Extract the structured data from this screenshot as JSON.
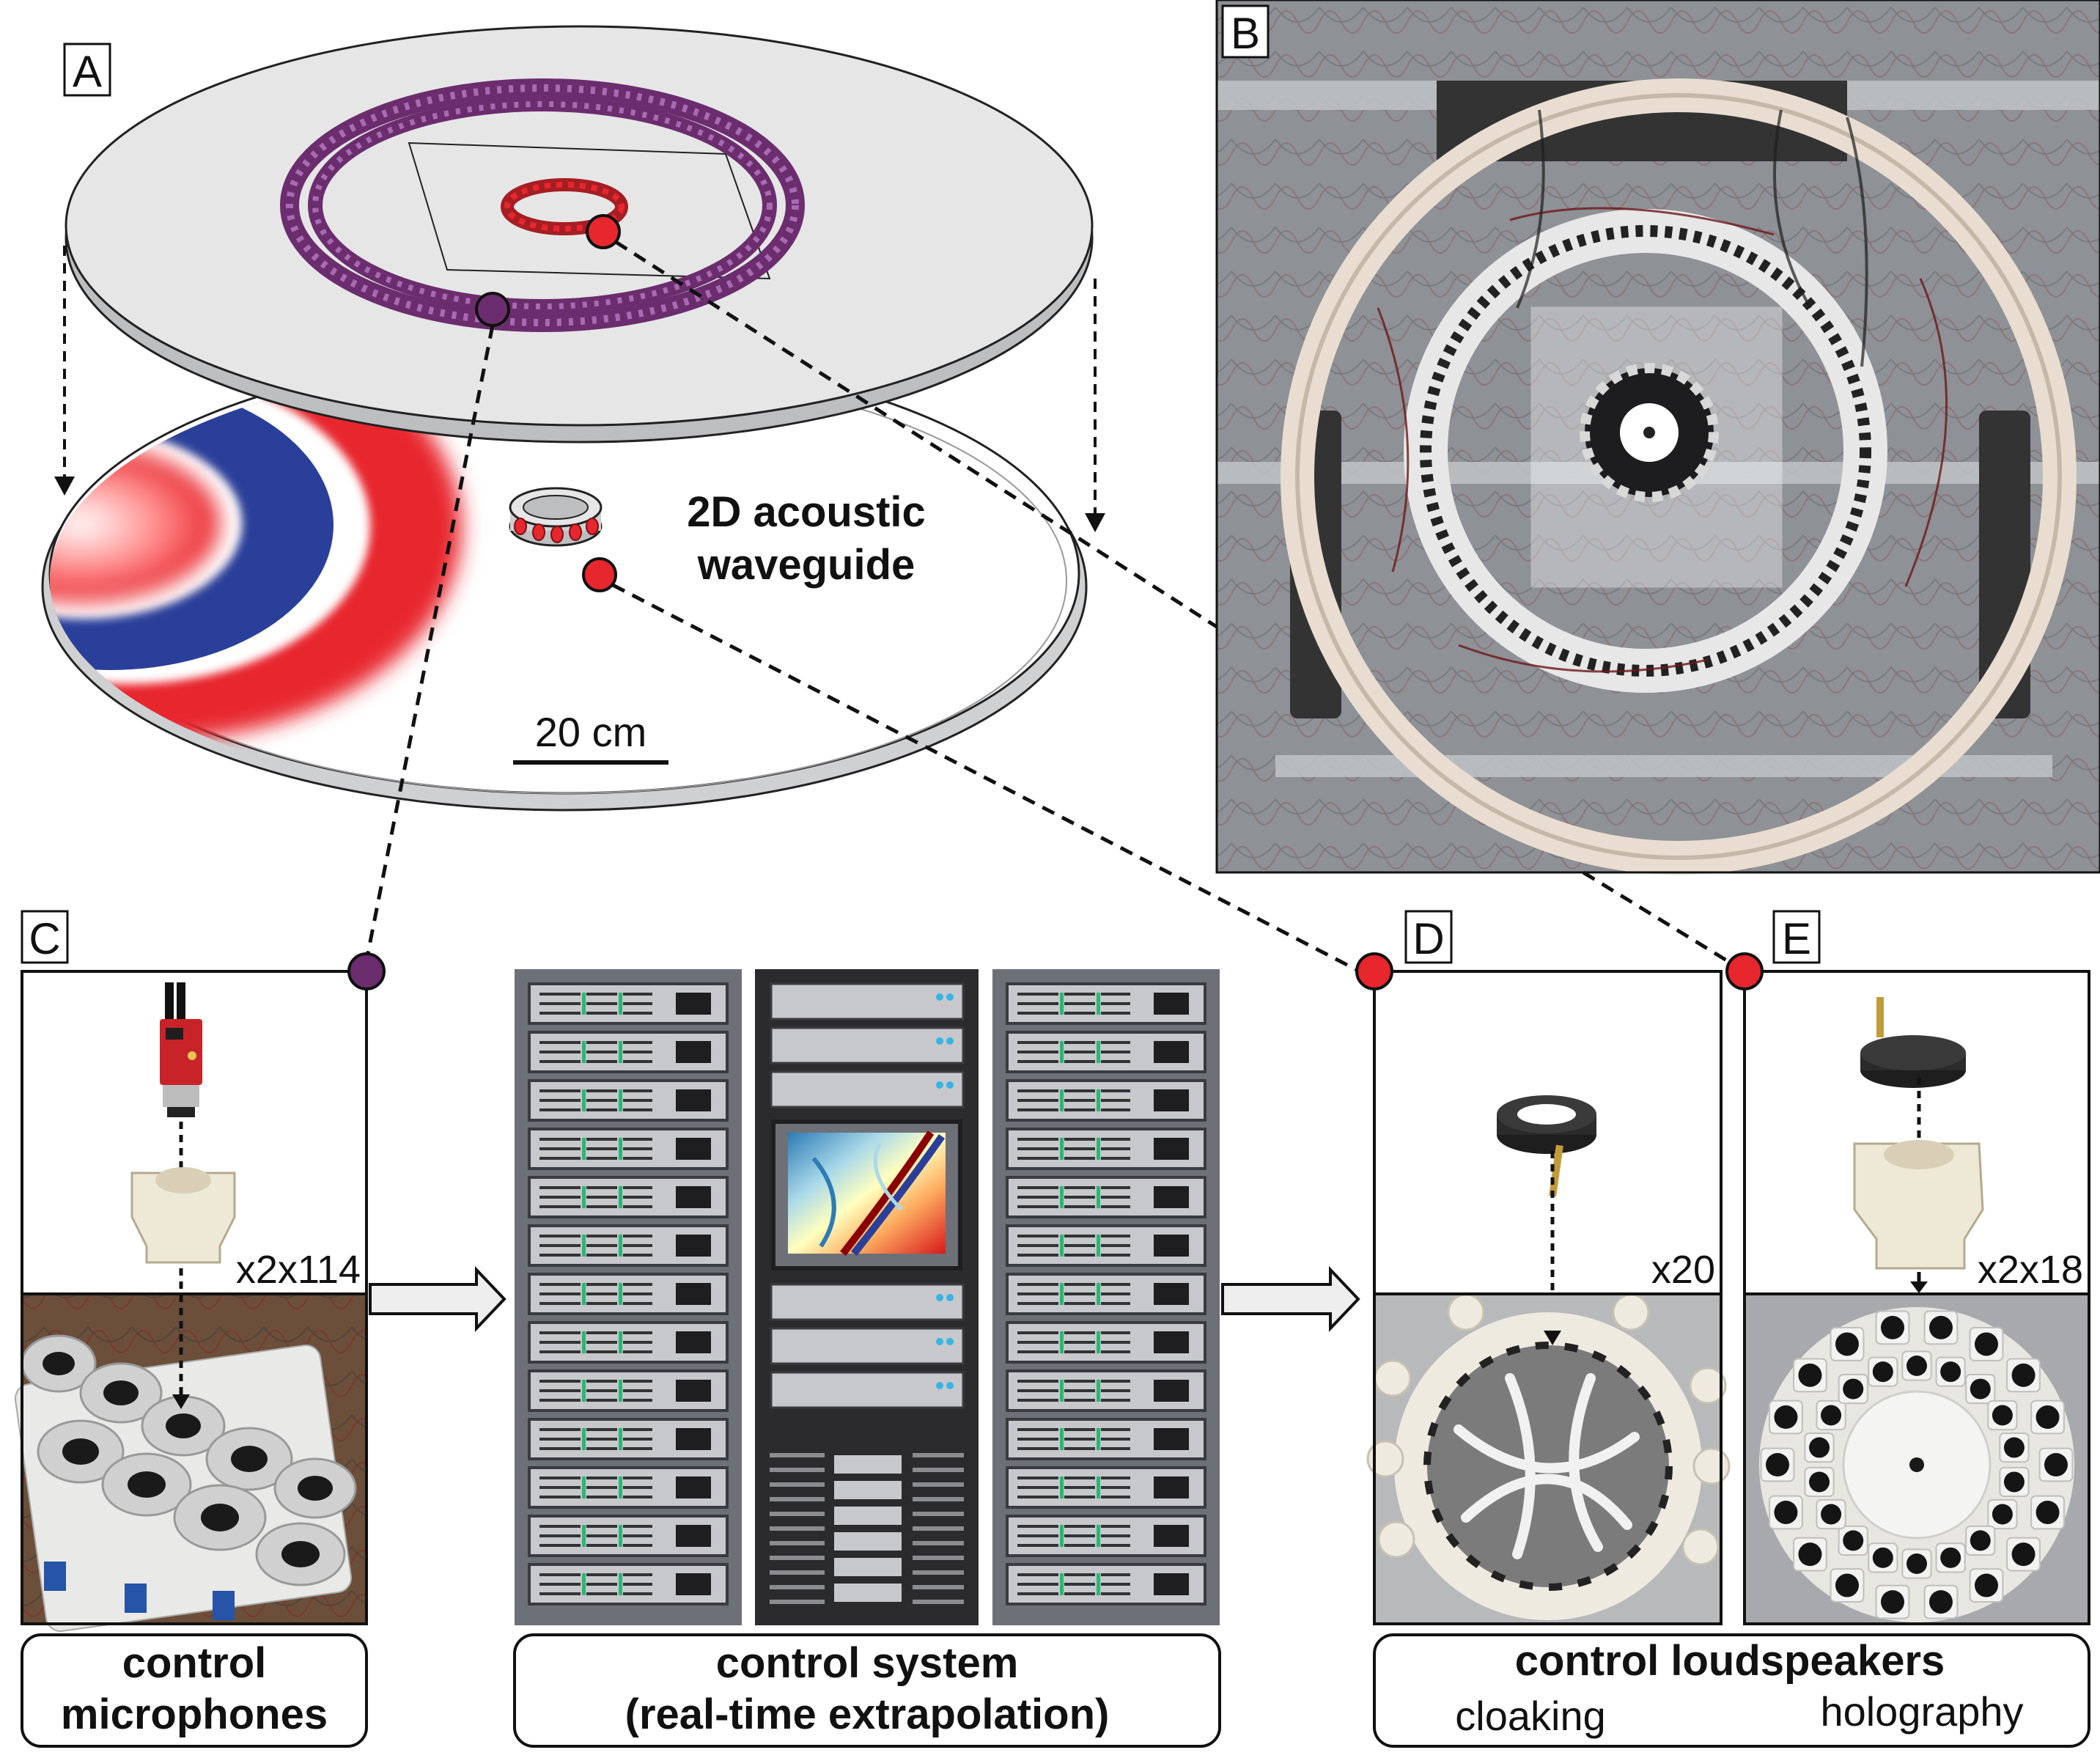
{
  "panels": {
    "a": "A",
    "b": "B",
    "c": "C",
    "d": "D",
    "e": "E"
  },
  "waveguide": {
    "label_line1": "2D acoustic",
    "label_line2": "waveguide",
    "scale_bar": "20 cm"
  },
  "counts": {
    "microphones": "x2x114",
    "cloaking": "x20",
    "holography": "x2x18"
  },
  "captions": {
    "mic_line1": "control",
    "mic_line2": "microphones",
    "system_line1": "control system",
    "system_line2": "(real-time extrapolation)",
    "speaker_title": "control loudspeakers",
    "speaker_left": "cloaking",
    "speaker_right": "holography"
  },
  "colors": {
    "purple": "#6b2d6e",
    "red": "#e8262d",
    "blue": "#2a3f99",
    "rack": "#6d7077",
    "rack_dark": "#2b2b2e",
    "unit": "#c6c8cc",
    "led_green": "#2bb673",
    "led_blue": "#36b4e5"
  }
}
